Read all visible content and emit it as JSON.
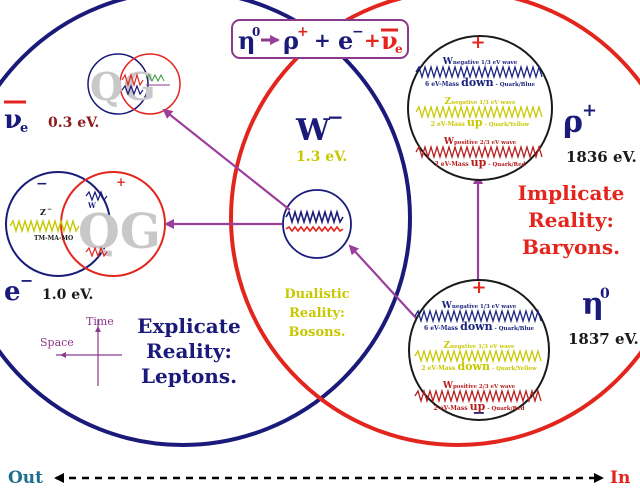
{
  "equation": {
    "eta": "η",
    "eta_sup": "0",
    "rho": "ρ",
    "rho_sup": "+",
    "plus1": "+",
    "electron": "e",
    "electron_sup": "−",
    "plus2": "+",
    "nu": "ν",
    "nu_sub": "e"
  },
  "left": {
    "nu": "ν",
    "nu_sub": "e",
    "nu_energy": "0.3 eV.",
    "electron": "e",
    "electron_sup": "−",
    "electron_energy": "1.0 eV.",
    "qg_small": "QG",
    "qg_large": "QG",
    "z_label": "Z",
    "z_sup": "−",
    "tm_label": "TM-MA-MO",
    "w_label": "W",
    "plus_sign": "+",
    "minus_sign": "−",
    "time_label": "Time",
    "space_label": "Space",
    "explicate": [
      "Explicate",
      "Reality:",
      "Leptons."
    ]
  },
  "center": {
    "w": "W",
    "w_sup": "−",
    "energy": "1.3 eV.",
    "dualistic": [
      "Dualistic",
      "Reality:",
      "Bosons."
    ]
  },
  "right": {
    "rho": "ρ",
    "rho_sup": "+",
    "rho_energy": "1836 eV.",
    "eta": "η",
    "eta_sup": "0",
    "eta_energy": "1837 eV.",
    "implicate": [
      "Implicate",
      "Reality:",
      "Baryons."
    ],
    "plus_sign": "+",
    "minus_sign": "−",
    "proton_quarks": [
      {
        "prefix": "W",
        "rest": "negative 1/3 eV wave",
        "color": "#1a237e"
      },
      {
        "prefix": "6 eV-Mass ",
        "big": "down",
        "rest": " - Quark/Blue",
        "color": "#1a237e"
      },
      {
        "prefix": "Z",
        "rest": "negative 1/3 eV wave",
        "color": "#c8c800"
      },
      {
        "prefix": "2 eV-Mass ",
        "big": "up",
        "rest": " - Quark/Yellow",
        "color": "#c8c800"
      },
      {
        "prefix": "W",
        "rest": "positive 2/3 eV wave",
        "color": "#b71c1c"
      },
      {
        "prefix": "2 eV-Mass ",
        "big": "up",
        "rest": " - Quark/Red",
        "color": "#b71c1c"
      }
    ],
    "neutron_quarks": [
      {
        "prefix": "W",
        "rest": "negative 1/3 eV wave",
        "color": "#1a237e"
      },
      {
        "prefix": "6 eV-Mass ",
        "big": "down",
        "rest": " - Quark/Blue",
        "color": "#1a237e"
      },
      {
        "prefix": "Z",
        "rest": "negative 1/3 eV wave",
        "color": "#c8c800"
      },
      {
        "prefix": "2 eV-Mass ",
        "big": "down",
        "rest": " - Quark/Yellow",
        "color": "#c8c800"
      },
      {
        "prefix": "W",
        "rest": "positive 2/3 eV wave",
        "color": "#b71c1c"
      },
      {
        "prefix": "2 eV-Mass ",
        "big": "up",
        "rest": " - Quark/Red",
        "color": "#b71c1c"
      }
    ]
  },
  "bottom": {
    "out": "Out",
    "in": "In"
  },
  "colors": {
    "navy": "#1a1a7a",
    "red": "#e3261d",
    "purple": "#8b3a8b",
    "yellow": "#c8c800",
    "teal": "#1d6f8f"
  }
}
